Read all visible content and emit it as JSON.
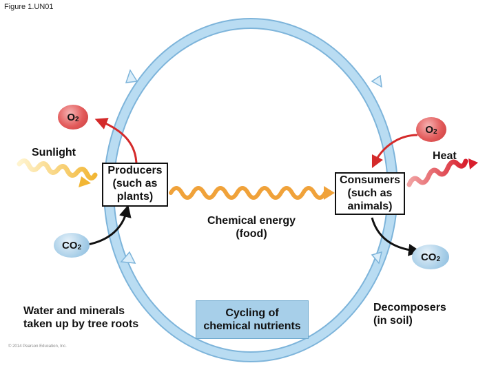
{
  "figure_label": "Figure 1.UN01",
  "labels": {
    "sunlight": "Sunlight",
    "heat": "Heat",
    "chemical_energy_line1": "Chemical energy",
    "chemical_energy_line2": "(food)",
    "water_line1": "Water and minerals",
    "water_line2": "taken up by tree roots",
    "decomposers_line1": "Decomposers",
    "decomposers_line2": "(in soil)"
  },
  "producers": {
    "line1": "Producers",
    "line2": "(such as",
    "line3": "plants)"
  },
  "consumers": {
    "line1": "Consumers",
    "line2": "(such as",
    "line3": "animals)"
  },
  "cycling": {
    "line1": "Cycling of",
    "line2": "chemical nutrients"
  },
  "bubbles": {
    "o2_left": {
      "base": "O",
      "sub": "2"
    },
    "o2_right": {
      "base": "O",
      "sub": "2"
    },
    "co2_left": {
      "base": "CO",
      "sub": "2"
    },
    "co2_right": {
      "base": "CO",
      "sub": "2"
    }
  },
  "copyright": "© 2014 Pearson Education, Inc.",
  "colors": {
    "cycle_ring": "#a9d1ec",
    "cycle_ring_edge": "#7db4da",
    "energy_wave": "#f0a23a",
    "sunlight_wave": "#f4c85a",
    "heat_wave": "#e03c46",
    "o2_arrow": "#d42a2a",
    "co2_arrow": "#111111"
  }
}
